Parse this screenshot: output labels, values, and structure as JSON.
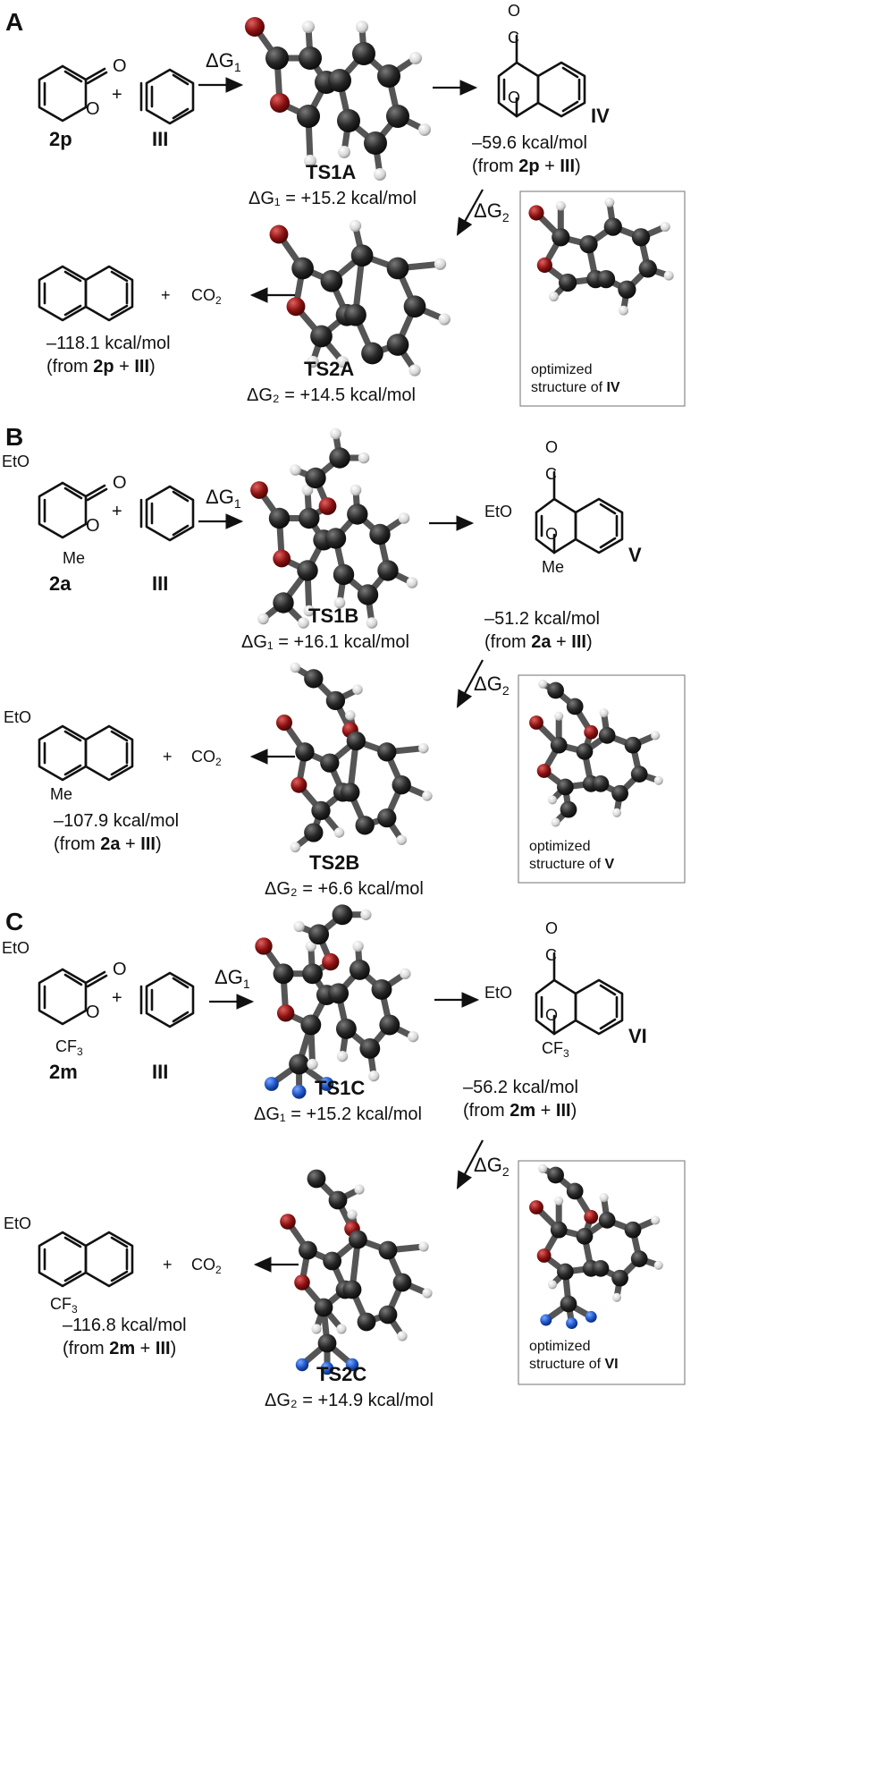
{
  "panels": [
    {
      "letter": "A",
      "reactant": "2p",
      "aryne": "III",
      "plus": "+",
      "dg1_arrow": "ΔG",
      "dg1_sub": "1",
      "ts1": "TS1A",
      "ts1_energy": "ΔG₁ = +15.2 kcal/mol",
      "ox_O": "O",
      "ring_O": "O",
      "bridge_O": "O",
      "bridge_C": "C",
      "inter_name": "IV",
      "inter_e1": "–59.6 kcal/mol",
      "inter_e2_pre": "(from ",
      "inter_e2_a": "2p",
      "inter_e2_mid": " + ",
      "inter_e2_b": "III",
      "inter_e2_post": ")",
      "dg2_arrow": "ΔG",
      "dg2_sub": "2",
      "box_l1": "optimized",
      "box_l2_pre": "structure of ",
      "box_l2_b": "IV",
      "ts2": "TS2A",
      "ts2_energy": "ΔG₂ =  +14.5 kcal/mol",
      "product_plus": "+",
      "co2": "CO",
      "co2_sub": "2",
      "prod_e1": "–118.1 kcal/mol",
      "prod_e2_pre": "(from ",
      "prod_e2_a": "2p",
      "prod_e2_mid": " + ",
      "prod_e2_b": "III",
      "prod_e2_post": ")"
    },
    {
      "letter": "B",
      "reactant": "2a",
      "aryne": "III",
      "plus": "+",
      "subst_top": "EtO",
      "subst_bot": "Me",
      "dg1_arrow": "ΔG",
      "dg1_sub": "1",
      "ts1": "TS1B",
      "ts1_energy": "ΔG₁ = +16.1 kcal/mol",
      "ox_O": "O",
      "ring_O": "O",
      "bridge_O": "O",
      "bridge_C": "C",
      "inter_name": "V",
      "inter_sub_top": "EtO",
      "inter_sub_bot": "Me",
      "inter_e1": "–51.2 kcal/mol",
      "inter_e2_pre": "(from ",
      "inter_e2_a": "2a",
      "inter_e2_mid": " + ",
      "inter_e2_b": "III",
      "inter_e2_post": ")",
      "dg2_arrow": "ΔG",
      "dg2_sub": "2",
      "box_l1": "optimized",
      "box_l2_pre": "structure of ",
      "box_l2_b": "V",
      "ts2": "TS2B",
      "ts2_energy": "ΔG₂ =  +6.6 kcal/mol",
      "product_plus": "+",
      "co2": "CO",
      "co2_sub": "2",
      "prod_sub_top": "EtO",
      "prod_sub_bot": "Me",
      "prod_e1": "–107.9 kcal/mol",
      "prod_e2_pre": "(from ",
      "prod_e2_a": "2a",
      "prod_e2_mid": " + ",
      "prod_e2_b": "III",
      "prod_e2_post": ")"
    },
    {
      "letter": "C",
      "reactant": "2m",
      "aryne": "III",
      "plus": "+",
      "subst_top": "EtO",
      "subst_bot": "CF",
      "subst_bot_sub": "3",
      "dg1_arrow": "ΔG",
      "dg1_sub": "1",
      "ts1": "TS1C",
      "ts1_energy": "ΔG₁ = +15.2 kcal/mol",
      "ox_O": "O",
      "ring_O": "O",
      "bridge_O": "O",
      "bridge_C": "C",
      "inter_name": "VI",
      "inter_sub_top": "EtO",
      "inter_sub_bot": "CF",
      "inter_sub_bot_sub": "3",
      "inter_e1": "–56.2 kcal/mol",
      "inter_e2_pre": "(from ",
      "inter_e2_a": "2m",
      "inter_e2_mid": " + ",
      "inter_e2_b": "III",
      "inter_e2_post": ")",
      "dg2_arrow": "ΔG",
      "dg2_sub": "2",
      "box_l1": "optimized",
      "box_l2_pre": "structure of ",
      "box_l2_b": "VI",
      "ts2": "TS2C",
      "ts2_energy": "ΔG₂ =  +14.9 kcal/mol",
      "product_plus": "+",
      "co2": "CO",
      "co2_sub": "2",
      "prod_sub_top": "EtO",
      "prod_sub_bot": "CF",
      "prod_sub_bot_sub": "3",
      "prod_e1": "–116.8 kcal/mol",
      "prod_e2_pre": "(from ",
      "prod_e2_a": "2m",
      "prod_e2_mid": " + ",
      "prod_e2_b": "III",
      "prod_e2_post": ")"
    }
  ],
  "colors": {
    "carbon": "#262626",
    "oxygen": "#8b1111",
    "hydrogen": "#d6d6d6",
    "fluorine": "#1f56c8",
    "bond": "#555555"
  },
  "atom_icons": [
    "carbon-atom-icon",
    "oxygen-atom-icon",
    "hydrogen-atom-icon",
    "fluorine-atom-icon"
  ]
}
